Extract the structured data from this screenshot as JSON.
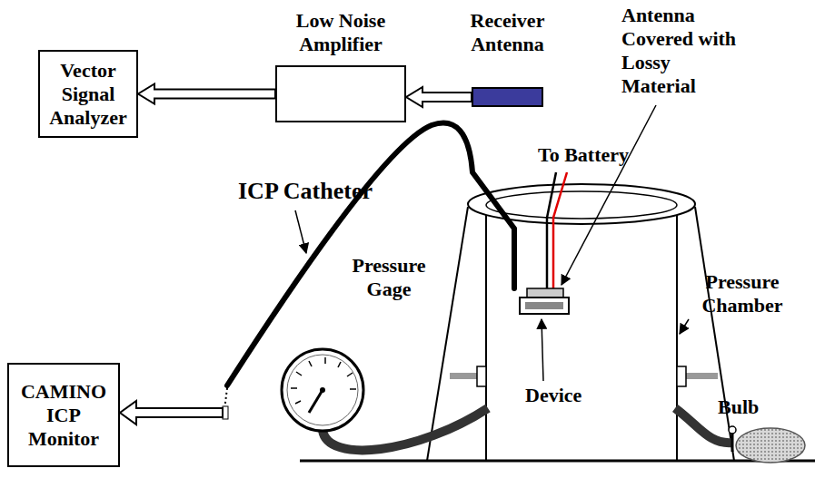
{
  "diagram": {
    "nodes": [
      {
        "text": [
          "Vector Signal Analyzer"
        ]
      },
      {
        "text": [
          "Low Noise Amplifier"
        ]
      },
      {
        "text": [
          "Receiver Antenna"
        ]
      },
      {
        "text": [
          "CAMINO ICP Monitor"
        ]
      }
    ],
    "edges": [
      {
        "from": 2,
        "to": 1,
        "arrow": "to"
      },
      {
        "from": 1,
        "to": 0,
        "arrow": "to"
      }
    ],
    "labels": [
      "Antenna Covered with Lossy Material",
      "To Battery",
      "ICP Catheter",
      "Pressure Gage",
      "Pressure Chamber",
      "Device",
      "Bulb"
    ]
  }
}
